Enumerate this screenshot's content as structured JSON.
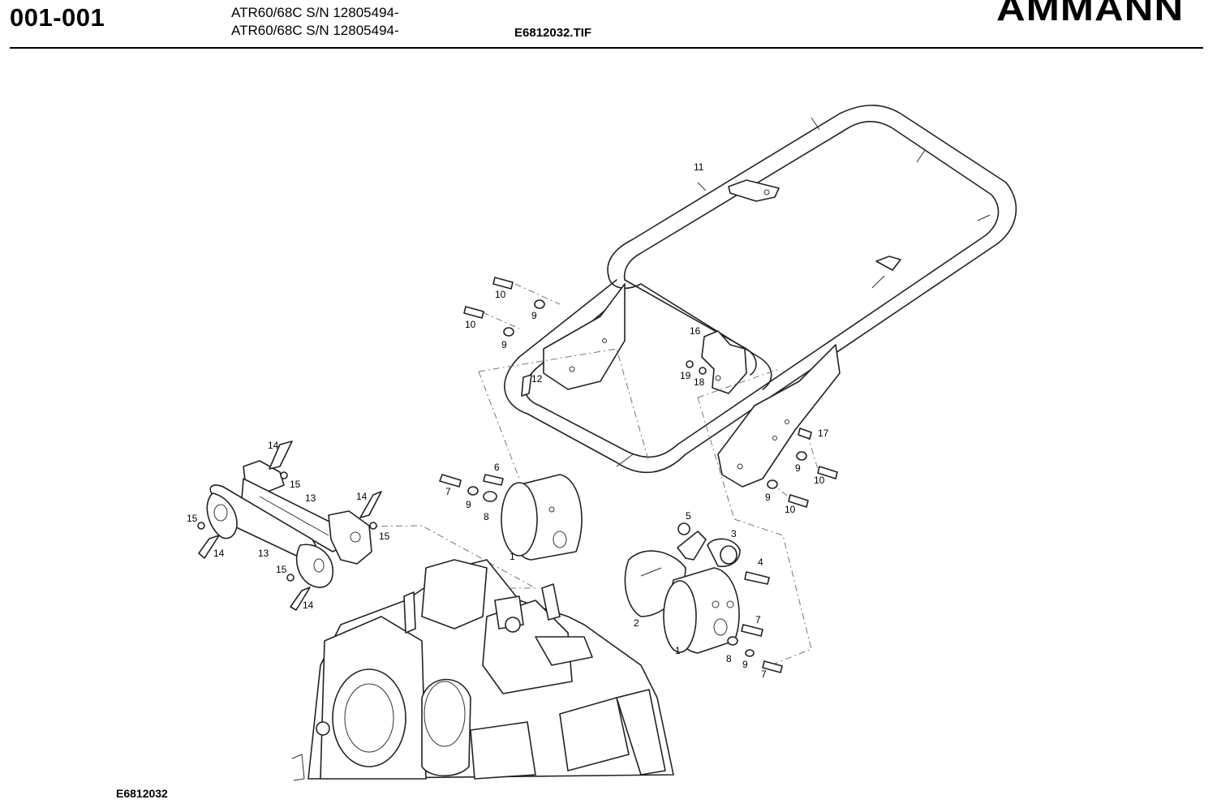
{
  "header": {
    "page_code": "001-001",
    "model_line_1": "ATR60/68C S/N 12805494-",
    "model_line_2": "ATR60/68C S/N 12805494-",
    "image_file": "E6812032.TIF",
    "brand": "AMMANN"
  },
  "footer": {
    "drawing_code": "E6812032"
  },
  "callouts": [
    {
      "id": "c11",
      "label": "11"
    },
    {
      "id": "c10a",
      "label": "10"
    },
    {
      "id": "c9a",
      "label": "9"
    },
    {
      "id": "c10b",
      "label": "10"
    },
    {
      "id": "c9b",
      "label": "9"
    },
    {
      "id": "c16",
      "label": "16"
    },
    {
      "id": "c19",
      "label": "19"
    },
    {
      "id": "c18",
      "label": "18"
    },
    {
      "id": "c12",
      "label": "12"
    },
    {
      "id": "c17",
      "label": "17"
    },
    {
      "id": "c9c",
      "label": "9"
    },
    {
      "id": "c10c",
      "label": "10"
    },
    {
      "id": "c9d",
      "label": "9"
    },
    {
      "id": "c10d",
      "label": "10"
    },
    {
      "id": "c14a",
      "label": "14"
    },
    {
      "id": "c15a",
      "label": "15"
    },
    {
      "id": "c13a",
      "label": "13"
    },
    {
      "id": "c14b",
      "label": "14"
    },
    {
      "id": "c15b",
      "label": "15"
    },
    {
      "id": "c15c",
      "label": "15"
    },
    {
      "id": "c14c",
      "label": "14"
    },
    {
      "id": "c13b",
      "label": "13"
    },
    {
      "id": "c15d",
      "label": "15"
    },
    {
      "id": "c14d",
      "label": "14"
    },
    {
      "id": "c6",
      "label": "6"
    },
    {
      "id": "c7a",
      "label": "7"
    },
    {
      "id": "c9e",
      "label": "9"
    },
    {
      "id": "c8a",
      "label": "8"
    },
    {
      "id": "c1a",
      "label": "1"
    },
    {
      "id": "c5",
      "label": "5"
    },
    {
      "id": "c3",
      "label": "3"
    },
    {
      "id": "c4",
      "label": "4"
    },
    {
      "id": "c2",
      "label": "2"
    },
    {
      "id": "c1b",
      "label": "1"
    },
    {
      "id": "c7b",
      "label": "7"
    },
    {
      "id": "c8b",
      "label": "8"
    },
    {
      "id": "c9f",
      "label": "9"
    },
    {
      "id": "c7c",
      "label": "7"
    }
  ]
}
